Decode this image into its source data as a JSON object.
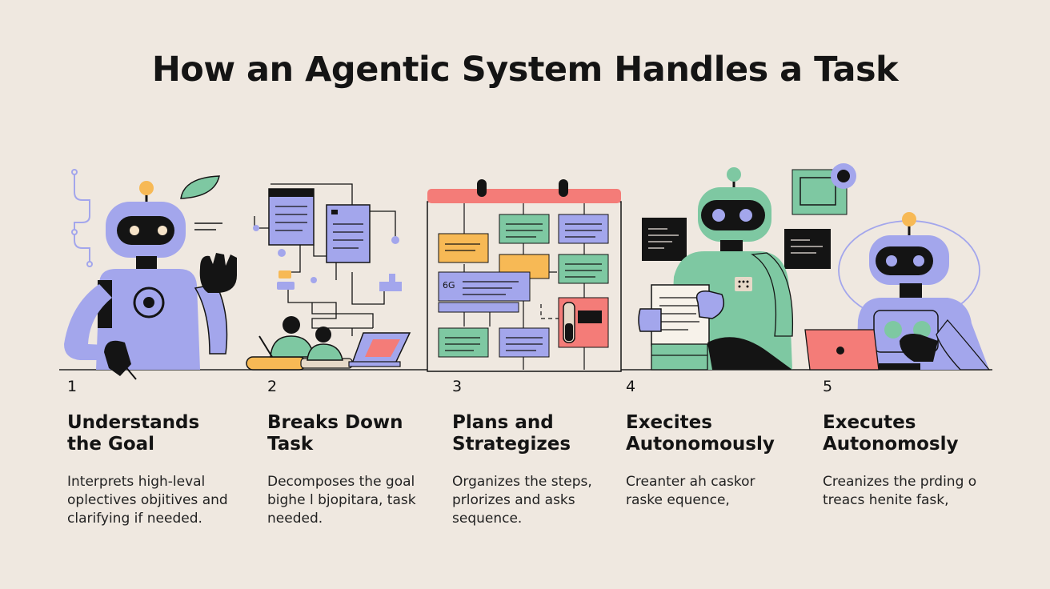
{
  "title": "How an Agentic System Handles a Task",
  "colors": {
    "background": "#efe8e0",
    "purple": "#a3a6ec",
    "green": "#7ec8a2",
    "orange": "#f7b955",
    "coral": "#f47c78",
    "ink": "#141414"
  },
  "steps": [
    {
      "number": "1",
      "heading": [
        "Understands",
        "the Goal"
      ],
      "description": [
        "Interprets high-leval",
        "oplectives objitives and",
        "clarifying if needed."
      ]
    },
    {
      "number": "2",
      "heading": [
        "Breaks Down",
        "Task"
      ],
      "description": [
        "Decomposes the goal",
        "bighe l bjopitara, task",
        "needed."
      ]
    },
    {
      "number": "3",
      "heading": [
        "Plans and",
        "Strategizes"
      ],
      "description": [
        "Organizes the steps,",
        "prlorizes and asks",
        "sequence."
      ]
    },
    {
      "number": "4",
      "heading": [
        "Execites",
        "Autonomously"
      ],
      "description": [
        "Creanter ah caskor",
        "raske equence,"
      ]
    },
    {
      "number": "5",
      "heading": [
        "Executes",
        "Autonomosly"
      ],
      "description": [
        "Creanizes the prding o",
        "treacs henite fask,"
      ]
    }
  ],
  "icons": {
    "step1": "robot-waving-icon",
    "step2": "task-breakdown-icon",
    "step3": "planning-board-icon",
    "step4": "robot-reading-icon",
    "step5": "robot-laptop-icon"
  },
  "board_label": "6G"
}
